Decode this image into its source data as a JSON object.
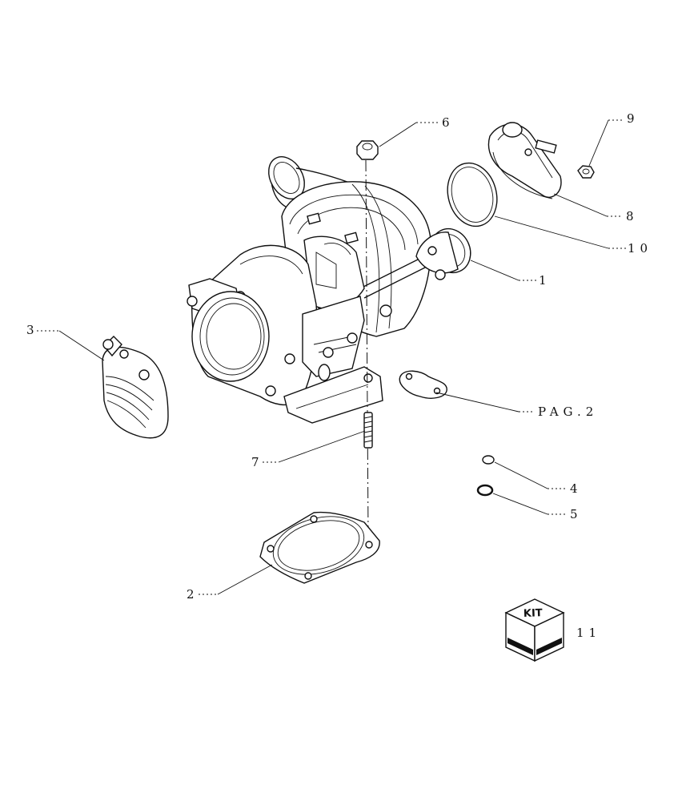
{
  "callouts": [
    {
      "id": "c1",
      "text": "1"
    },
    {
      "id": "c2",
      "text": "2"
    },
    {
      "id": "c3",
      "text": "3"
    },
    {
      "id": "c4",
      "text": "4"
    },
    {
      "id": "c5",
      "text": "5"
    },
    {
      "id": "c6",
      "text": "6"
    },
    {
      "id": "c7",
      "text": "7"
    },
    {
      "id": "c8",
      "text": "8"
    },
    {
      "id": "c9",
      "text": "9"
    },
    {
      "id": "c10",
      "text": "10"
    },
    {
      "id": "c11",
      "text": "11"
    },
    {
      "id": "pag",
      "text": "PAG.2"
    }
  ],
  "kit_box": {
    "label": "KIT"
  },
  "colors": {
    "line": "#111111",
    "background": "#ffffff"
  }
}
